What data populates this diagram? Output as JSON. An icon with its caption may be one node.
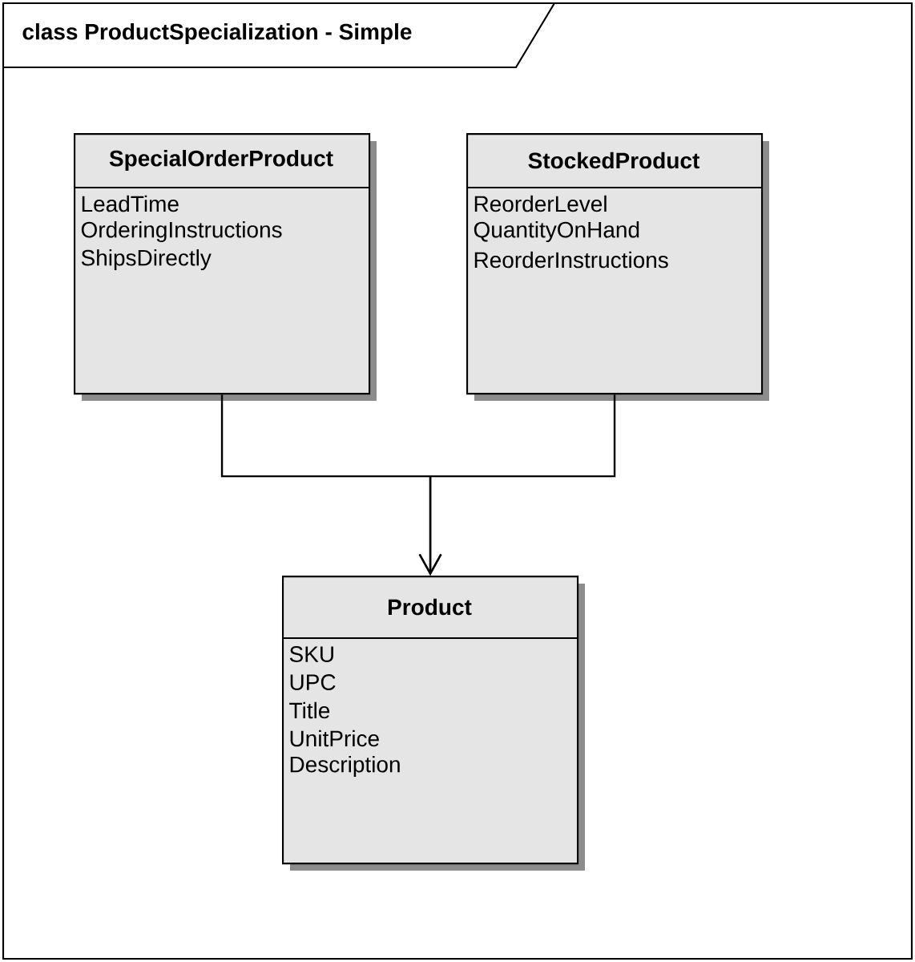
{
  "diagram": {
    "title": "class ProductSpecialization - Simple",
    "nodes": [
      {
        "text": [
          "SpecialOrderProduct",
          "LeadTime",
          "OrderingInstructions",
          "ShipsDirectly"
        ]
      },
      {
        "text": [
          "StockedProduct",
          "ReorderLevel",
          "QuantityOnHand",
          "ReorderInstructions"
        ]
      },
      {
        "text": [
          "Product",
          "SKU",
          "UPC",
          "Title",
          "UnitPrice",
          "Description"
        ]
      }
    ],
    "edges": [
      {
        "from": 0,
        "to": 2,
        "arrow": "to"
      },
      {
        "from": 1,
        "to": 2,
        "arrow": "to"
      }
    ]
  }
}
